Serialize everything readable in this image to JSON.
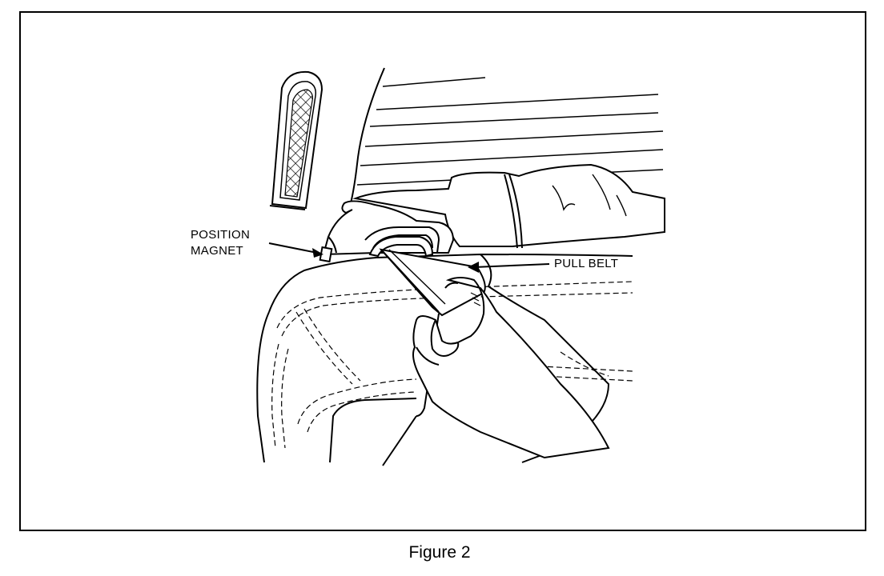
{
  "callouts": {
    "position_magnet_line1": "POSITION",
    "position_magnet_line2": "MAGNET",
    "pull_belt": "PULL BELT"
  },
  "caption": "Figure 2",
  "colors": {
    "ink": "#000000",
    "paper": "#ffffff"
  }
}
